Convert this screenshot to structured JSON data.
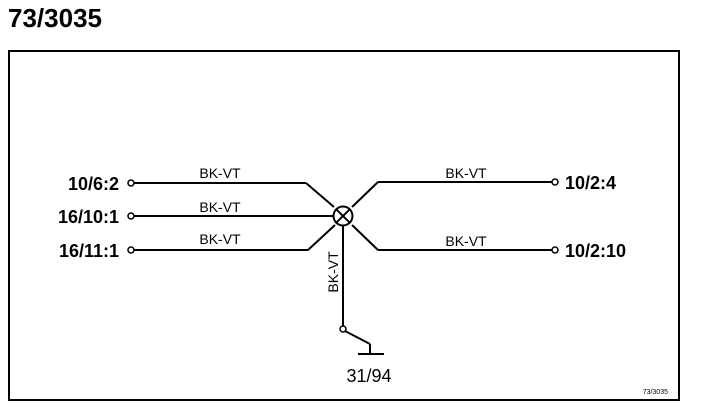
{
  "title": "73/3035",
  "wire_color": "BK-VT",
  "splice": {
    "name": "splice-point",
    "icon": "splice-crossed-circle-icon"
  },
  "terminals_left": [
    {
      "label": "10/6:2",
      "wire_label": "BK-VT"
    },
    {
      "label": "16/10:1",
      "wire_label": "BK-VT"
    },
    {
      "label": "16/11:1",
      "wire_label": "BK-VT"
    }
  ],
  "terminals_right": [
    {
      "label": "10/2:4",
      "wire_label": "BK-VT"
    },
    {
      "label": "10/2:10",
      "wire_label": "BK-VT"
    }
  ],
  "ground": {
    "label": "31/94",
    "wire_label": "BK-VT",
    "icon": "ground-symbol-icon"
  },
  "reference_label": "73/3035",
  "colors": {
    "line": "#000000",
    "background": "#ffffff"
  }
}
